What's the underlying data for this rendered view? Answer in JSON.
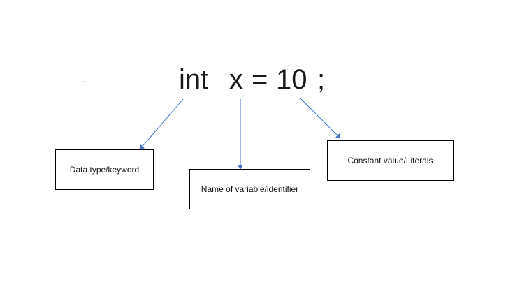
{
  "statement": {
    "type_keyword": "int",
    "identifier": "x",
    "operator": "=",
    "value": "10",
    "terminator": ";"
  },
  "labels": {
    "type": "Data type/keyword",
    "identifier": "Name of variable/identifier",
    "value": "Constant value/Literals"
  },
  "colors": {
    "arrow": "#4472c4",
    "box_border": "#000000",
    "text": "#1a1a1a"
  }
}
